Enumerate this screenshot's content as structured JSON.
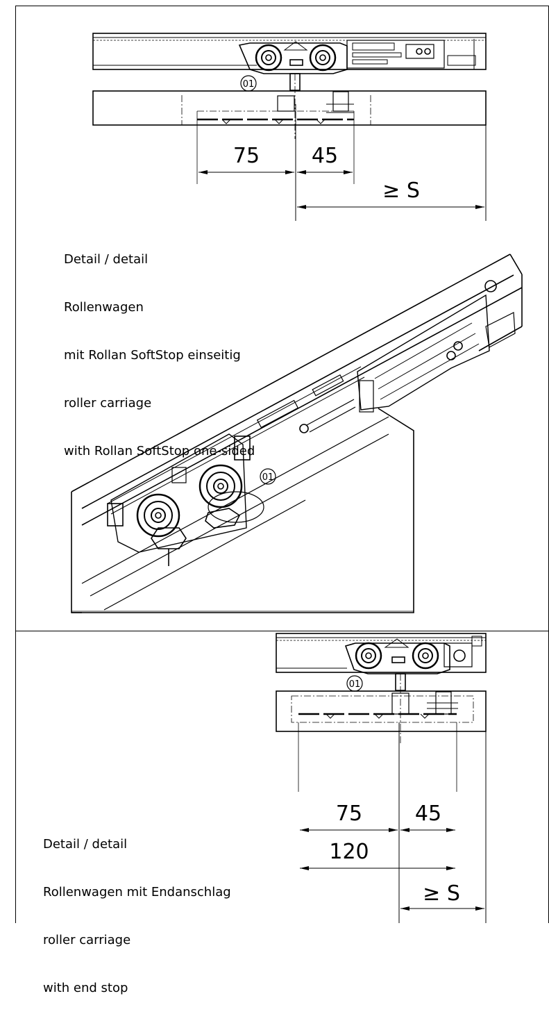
{
  "top_detail": {
    "callout": "01",
    "dimensions": {
      "left": "75",
      "right": "45",
      "min": "≥ S"
    },
    "note_lines": [
      "Detail / detail",
      "Rollenwagen",
      "mit Rollan SoftStop einseitig",
      "roller carriage",
      "with Rollan SoftStop one-sided"
    ],
    "iso_callout": "01"
  },
  "bottom_detail": {
    "callout": "01",
    "dimensions": {
      "left": "75",
      "right": "45",
      "total": "120",
      "min": "≥ S"
    },
    "note_lines": [
      "Detail / detail",
      "Rollenwagen mit Endanschlag",
      "roller carriage",
      "with end stop"
    ]
  }
}
